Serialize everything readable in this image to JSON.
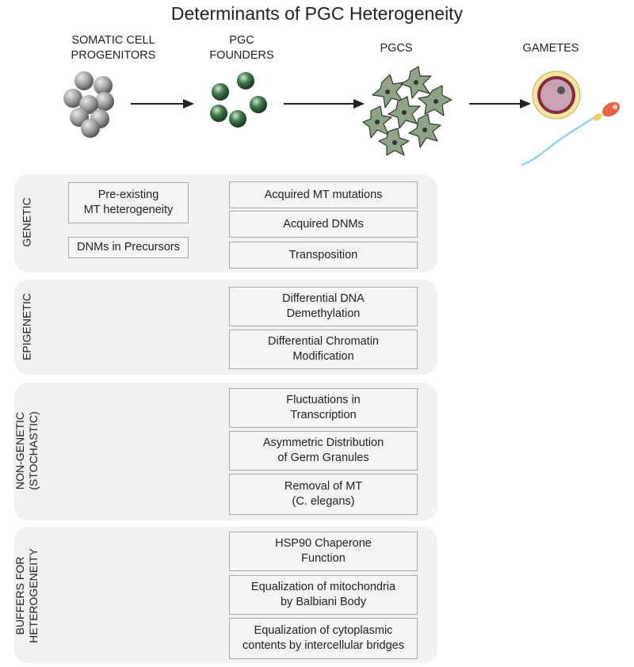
{
  "title": "Determinants of PGC Heterogeneity",
  "stages": [
    {
      "label": "SOMATIC CELL\nPROGENITORS",
      "icon": "grey-cell-cluster-icon"
    },
    {
      "label": "PGC\nFOUNDERS",
      "icon": "green-cells-icon"
    },
    {
      "label": "PGCS",
      "icon": "star-shaped-pgc-cluster-icon"
    },
    {
      "label": "GAMETES",
      "icon": "egg-and-sperm-icon"
    }
  ],
  "categories": [
    {
      "name": "GENETIC",
      "precursor_items": [
        "Pre-existing\nMT heterogeneity",
        "DNMs in Precursors"
      ],
      "pgc_items": [
        "Acquired MT mutations",
        "Acquired DNMs",
        "Transposition"
      ]
    },
    {
      "name": "EPIGENETIC",
      "precursor_items": [],
      "pgc_items": [
        "Differential DNA\nDemethylation",
        "Differential Chromatin\nModification"
      ]
    },
    {
      "name": "NON-GENETIC\n(STOCHASTIC)",
      "precursor_items": [],
      "pgc_items": [
        "Fluctuations in\nTranscription",
        "Asymmetric Distribution\nof Germ Granules",
        "Removal of MT\n(C. elegans)"
      ]
    },
    {
      "name": "BUFFERS FOR\nHETEROGENEITY",
      "precursor_items": [],
      "pgc_items": [
        "HSP90 Chaperone\nFunction",
        "Equalization of mitochondria\nby Balbiani Body",
        "Equalization of cytoplasmic\ncontents by intercellular bridges"
      ]
    }
  ],
  "colors": {
    "panel": "#f1f1f1",
    "box_border": "#a8a8a8",
    "grey_cell": "#9a9a9a",
    "green_cell": "#3f7a4c",
    "pgc": "#8fa386",
    "egg": "#8a2a3a",
    "sperm_tail": "#8fd3e8"
  }
}
